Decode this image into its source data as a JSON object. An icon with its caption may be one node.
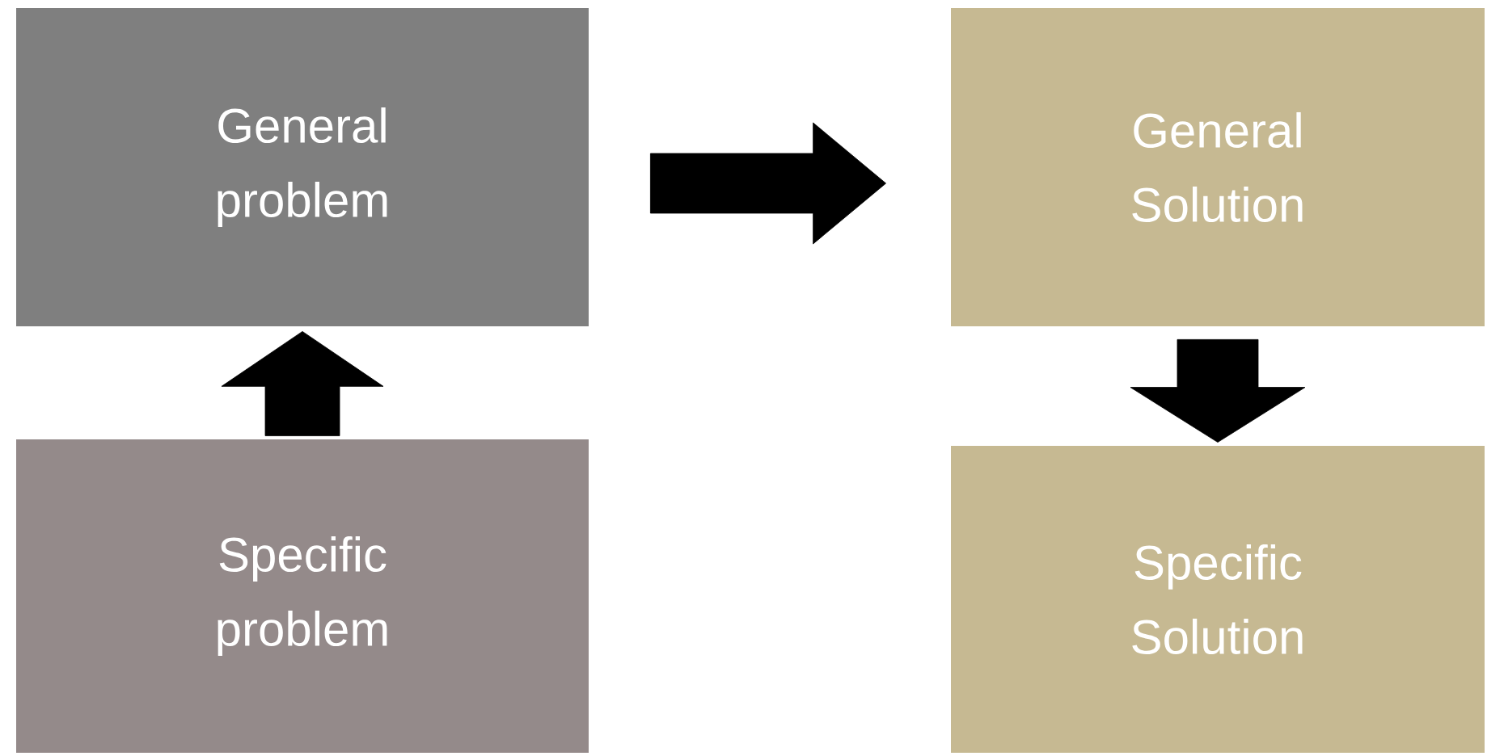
{
  "diagram": {
    "nodes": [
      {
        "text": [
          "General problem"
        ]
      },
      {
        "text": [
          "General Solution"
        ]
      },
      {
        "text": [
          "Specific problem"
        ]
      },
      {
        "text": [
          "Specific Solution"
        ]
      }
    ],
    "edges": [
      {
        "from": 2,
        "to": 0,
        "arrow": "to"
      },
      {
        "from": 0,
        "to": 1,
        "arrow": "to"
      },
      {
        "from": 1,
        "to": 3,
        "arrow": "to"
      }
    ]
  }
}
